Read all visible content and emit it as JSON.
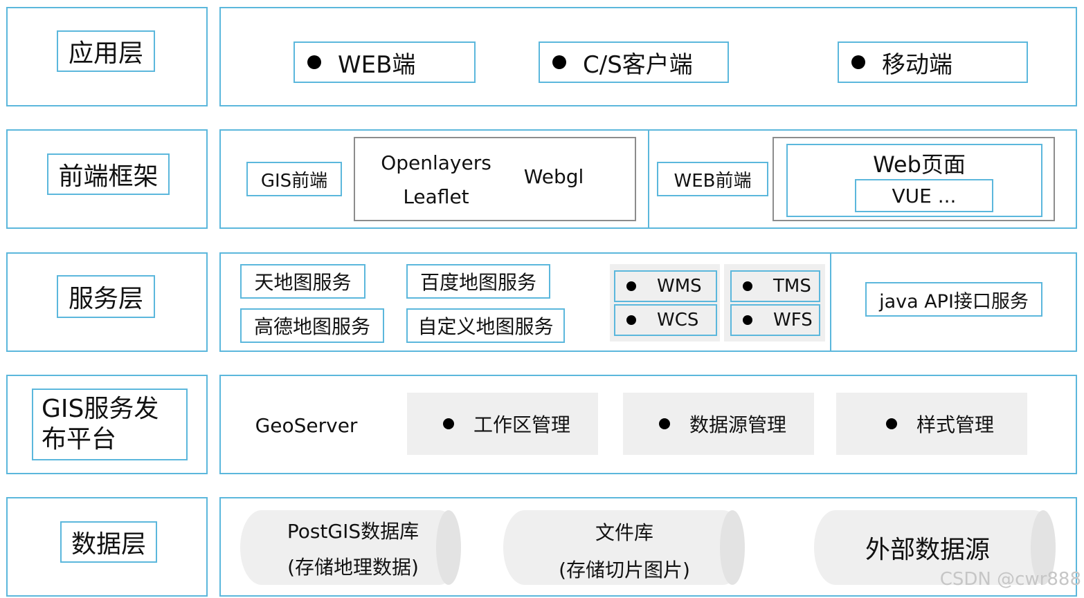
{
  "layers": {
    "app": {
      "label": "应用层",
      "items": [
        "WEB端",
        "C/S客户端",
        "移动端"
      ]
    },
    "frontend": {
      "label": "前端框架",
      "gis_label": "GIS前端",
      "gis_libs": [
        "Openlayers",
        "Leaflet",
        "Webgl"
      ],
      "web_label": "WEB前端",
      "web_page": "Web页面",
      "web_framework": "VUE ..."
    },
    "service": {
      "label": "服务层",
      "map_services": [
        "天地图服务",
        "百度地图服务",
        "高德地图服务",
        "自定义地图服务"
      ],
      "ogc": [
        "WMS",
        "TMS",
        "WCS",
        "WFS"
      ],
      "api": "java API接口服务"
    },
    "publish": {
      "label": "GIS服务发布平台",
      "label_line1": "GIS服务发",
      "label_line2": "布平台",
      "server": "GeoServer",
      "functions": [
        "工作区管理",
        "数据源管理",
        "样式管理"
      ]
    },
    "data": {
      "label": "数据层",
      "stores": [
        {
          "line1": "PostGIS数据库",
          "line2": "(存储地理数据)"
        },
        {
          "line1": "文件库",
          "line2": "(存储切片图片)"
        },
        {
          "line1": "外部数据源",
          "line2": ""
        }
      ]
    }
  },
  "watermark": "CSDN @cwr888",
  "colors": {
    "border": "#5bb7dc",
    "gray_box": "#efefef",
    "gray_border": "#8c8c8c"
  }
}
